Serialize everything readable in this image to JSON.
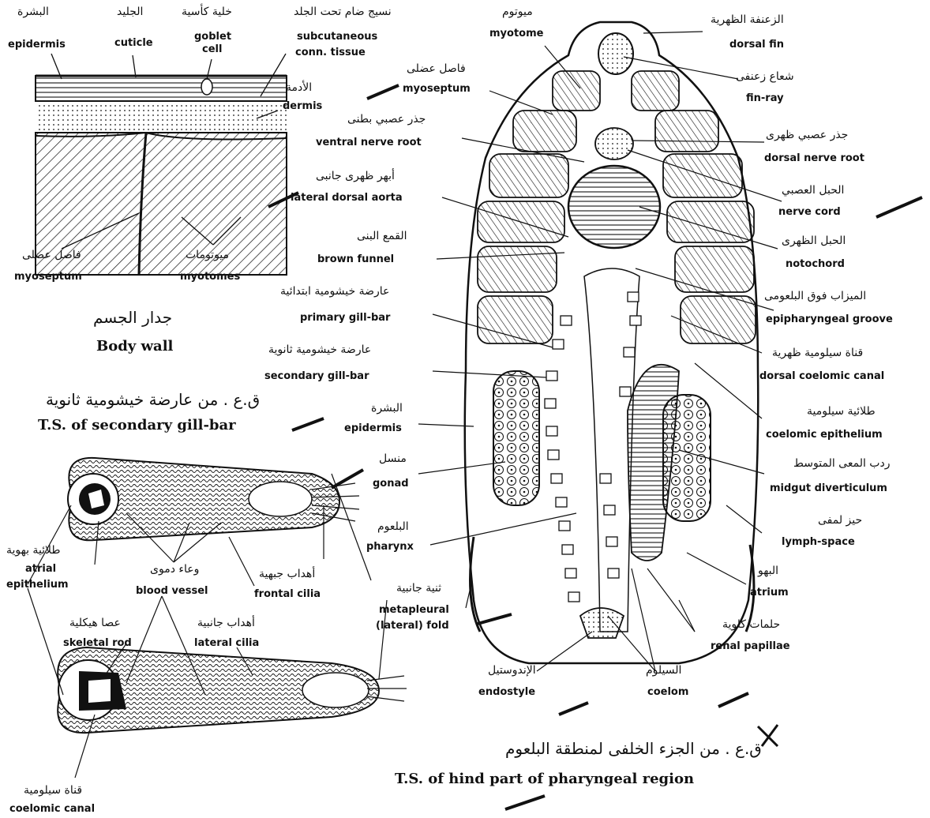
{
  "colors": {
    "ink": "#111111",
    "paper": "#ffffff",
    "shade": "#cfcfcf"
  },
  "bodywall": {
    "epidermis_ar": "البشرة",
    "epidermis_en": "epidermis",
    "cuticle_ar": "الجليد",
    "cuticle_en": "cuticle",
    "goblet_ar": "خلية كأسية",
    "goblet_en1": "goblet",
    "goblet_en2": "cell",
    "subcut_ar": "نسيج ضام تحت الجلد",
    "subcut_en1": "subcutaneous",
    "subcut_en2": "conn. tissue",
    "dermis_ar": "الأدمة",
    "dermis_en": "dermis",
    "myoseptum_ar": "فاصل عضلى",
    "myoseptum_en": "myoseptum",
    "myotomes_ar": "ميوتومات",
    "myotomes_en": "myotomes",
    "caption_ar": "جدار الجسم",
    "caption_en": "Body wall"
  },
  "gillbar": {
    "caption_ar": "ق.ع . من عارضة خيشومية ثانوية",
    "caption_en": "T.S. of secondary gill-bar",
    "atrial_ar": "طلائية بهوية",
    "atrial_en1": "atrial",
    "atrial_en2": "epithelium",
    "blood_ar": "وعاء دموى",
    "blood_en": "blood vessel",
    "frontal_ar": "أهداب جبهية",
    "frontal_en": "frontal cilia",
    "skeletal_ar": "عصا هيكلية",
    "skeletal_en": "skeletal rod",
    "lateral_ar": "أهداب جانبية",
    "lateral_en": "lateral cilia",
    "coelomic_ar": "قناة سيلومية",
    "coelomic_en": "coelomic canal"
  },
  "pharynx": {
    "caption_ar": "ق.ع . من الجزء الخلفى لمنطقة البلعوم",
    "caption_en": "T.S. of hind part of pharyngeal region",
    "left": [
      {
        "ar": "ميوتوم",
        "en": "myotome"
      },
      {
        "ar": "فاصل عضلى",
        "en": "myoseptum"
      },
      {
        "ar": "جذر عصبي بطنى",
        "en": "ventral nerve root"
      },
      {
        "ar": "أبهر ظهرى جانبى",
        "en": "lateral dorsal aorta"
      },
      {
        "ar": "القمع البنى",
        "en": "brown funnel"
      },
      {
        "ar": "عارضة خيشومية ابتدائية",
        "en": "primary gill-bar"
      },
      {
        "ar": "عارضة خيشومية ثانوية",
        "en": "secondary gill-bar"
      },
      {
        "ar": "البشرة",
        "en": "epidermis"
      },
      {
        "ar": "منسل",
        "en": "gonad"
      },
      {
        "ar": "البلعوم",
        "en": "pharynx"
      },
      {
        "ar": "ثنية جانبية",
        "en": "metapleural",
        "en2": "(lateral) fold"
      },
      {
        "ar": "الإندوستيل",
        "en": "endostyle"
      },
      {
        "ar": "السيلوم",
        "en": "coelom"
      }
    ],
    "right": [
      {
        "ar": "الزعنفة الظهرية",
        "en": "dorsal fin"
      },
      {
        "ar": "شعاع زعنفى",
        "en": "fin-ray"
      },
      {
        "ar": "جذر عصبي ظهرى",
        "en": "dorsal nerve root"
      },
      {
        "ar": "الحبل العصبي",
        "en": "nerve cord"
      },
      {
        "ar": "الحبل الظهرى",
        "en": "notochord"
      },
      {
        "ar": "الميزاب فوق البلعومى",
        "en": "epipharyngeal groove"
      },
      {
        "ar": "قناة سيلومية ظهرية",
        "en": "dorsal coelomic canal"
      },
      {
        "ar": "طلائية سيلومية",
        "en": "coelomic epithelium"
      },
      {
        "ar": "ردب المعى المتوسط",
        "en": "midgut diverticulum"
      },
      {
        "ar": "حيز لمفى",
        "en": "lymph-space"
      },
      {
        "ar": "البهو",
        "en": "atrium"
      },
      {
        "ar": "حلمات كلوية",
        "en": "renal papillae"
      }
    ]
  }
}
